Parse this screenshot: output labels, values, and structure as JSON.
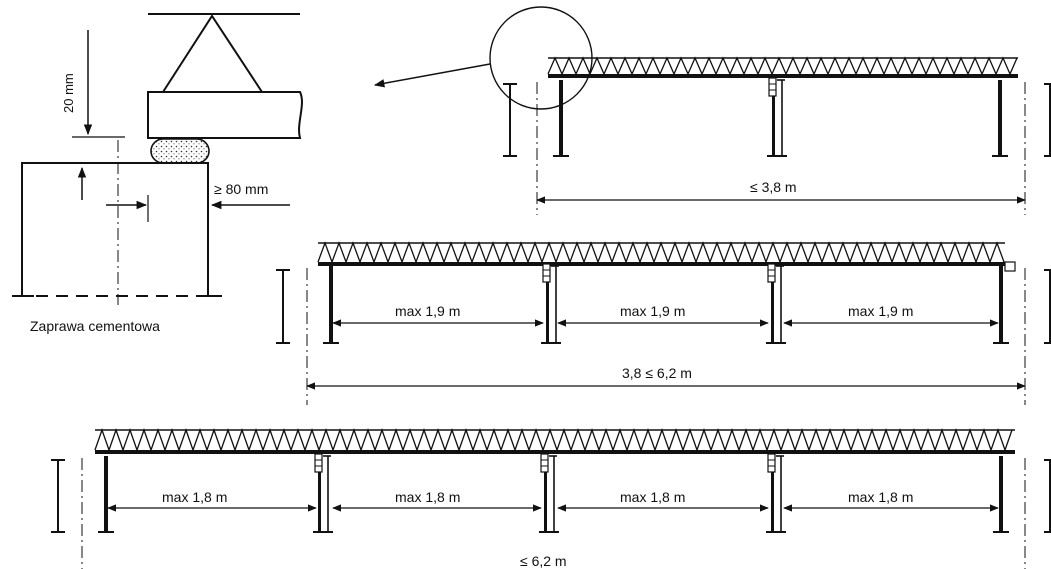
{
  "detail": {
    "height_label": "20 mm",
    "bearing_label": "≥ 80 mm",
    "caption": "Zaprawa cementowa"
  },
  "beam1": {
    "total_label": "≤ 3,8 m"
  },
  "beam2": {
    "spans": [
      "max 1,9 m",
      "max 1,9 m",
      "max 1,9 m"
    ],
    "total_label": "3,8 ≤ 6,2 m"
  },
  "beam3": {
    "spans": [
      "max 1,8 m",
      "max 1,8 m",
      "max 1,8 m",
      "max 1,8 m"
    ],
    "total_label": "≤ 6,2 m"
  }
}
